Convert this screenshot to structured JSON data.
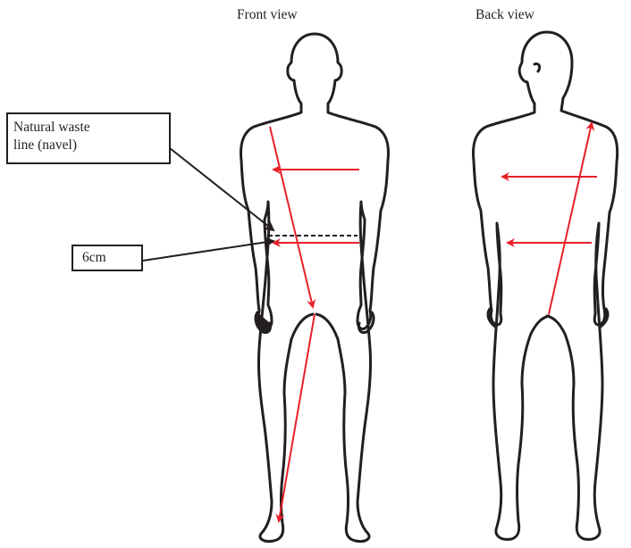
{
  "views": {
    "front_title": "Front view",
    "back_title": "Back view"
  },
  "callouts": {
    "waist_line_1": "Natural waste",
    "waist_line_2": "line (navel)",
    "offset_label": "6cm"
  },
  "colors": {
    "outline": "#231f20",
    "arrow": "#e8202a",
    "callout_line": "#231f20"
  }
}
